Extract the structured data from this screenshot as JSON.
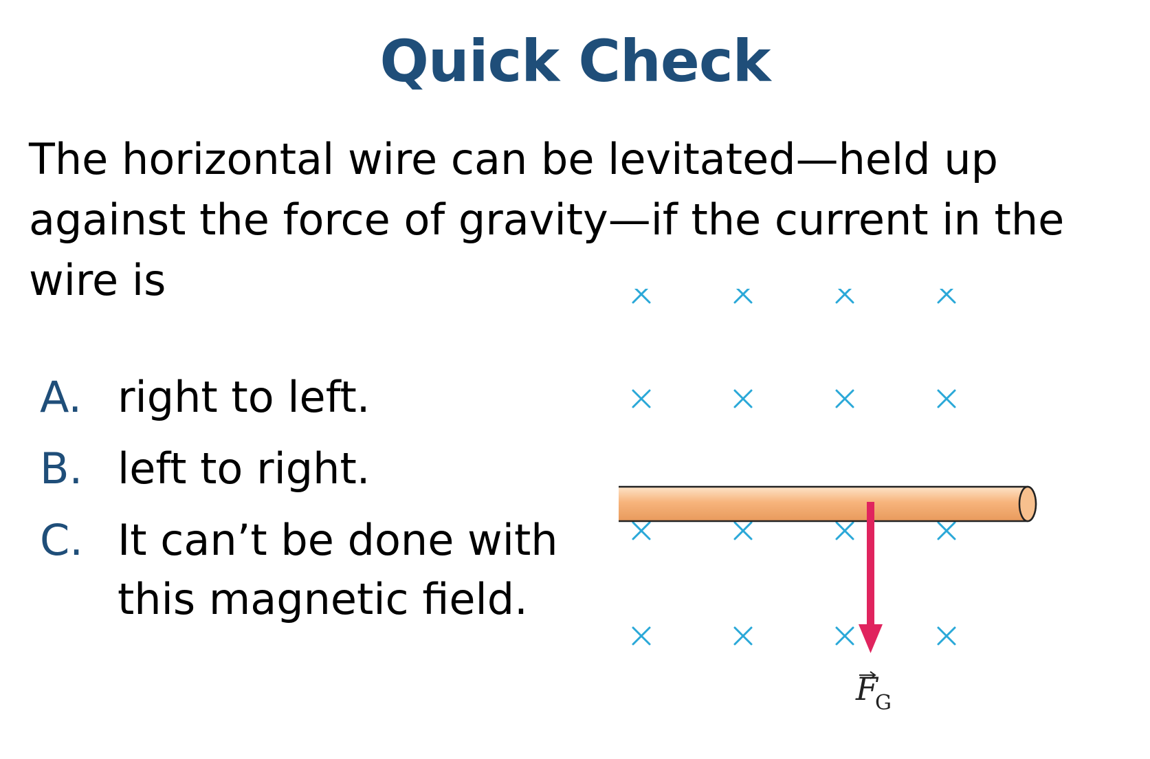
{
  "slide": {
    "title": "Quick Check",
    "question": "The horizontal wire can be levitated—held up against the force of gravity—if the current in the wire is",
    "options": [
      {
        "letter": "A.",
        "text": "right to left."
      },
      {
        "letter": "B.",
        "text": "left to right."
      },
      {
        "letter": "C.",
        "text": "It can’t be done with this magnetic field."
      }
    ]
  },
  "figure": {
    "field_symbol": "×",
    "force_label": "F",
    "force_subscript": "G",
    "colors": {
      "title": "#1f4e79",
      "field_marks": "#2aa8d8",
      "wire": "#f5b27a",
      "force_arrow": "#e0245e"
    },
    "icons": [
      "field-into-page-icon",
      "force-arrow-icon"
    ]
  }
}
